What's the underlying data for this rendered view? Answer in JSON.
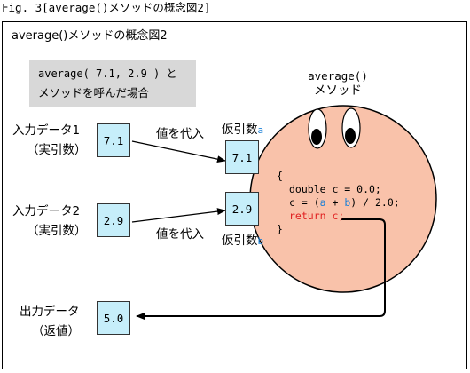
{
  "figure_caption": "Fig. 3[average()メソッドの概念図2]",
  "frame_title": "average()メソッドの概念図2",
  "note": {
    "line1": "average( 7.1, 2.9 ) と",
    "line2": "メソッドを呼んだ場合"
  },
  "inputs": [
    {
      "label": "入力データ1",
      "sublabel": "（実引数）",
      "value": "7.1"
    },
    {
      "label": "入力データ2",
      "sublabel": "（実引数）",
      "value": "2.9"
    }
  ],
  "assign_label_1": "値を代入",
  "assign_label_2": "値を代入",
  "params": [
    {
      "label": "仮引数",
      "suffix": "a",
      "value": "7.1"
    },
    {
      "label": "仮引数",
      "suffix": "b",
      "value": "2.9"
    }
  ],
  "method": {
    "name": "average()",
    "kind": "メソッド"
  },
  "code": {
    "open": "{",
    "line1": "double c = 0.0;",
    "line2_pre": "c = (",
    "var_a": "a",
    "line2_mid": " + ",
    "var_b": "b",
    "line2_post": ") / 2.0;",
    "line3": "return c;",
    "close": "}"
  },
  "output": {
    "label": "出力データ",
    "sublabel": "（返値）",
    "value": "5.0"
  },
  "colors": {
    "face": "#f9c2aa",
    "box": "#c6eefa",
    "note_bg": "#d8d8d8",
    "accent_blue": "#1a7fd6",
    "return_red": "#e02020"
  }
}
